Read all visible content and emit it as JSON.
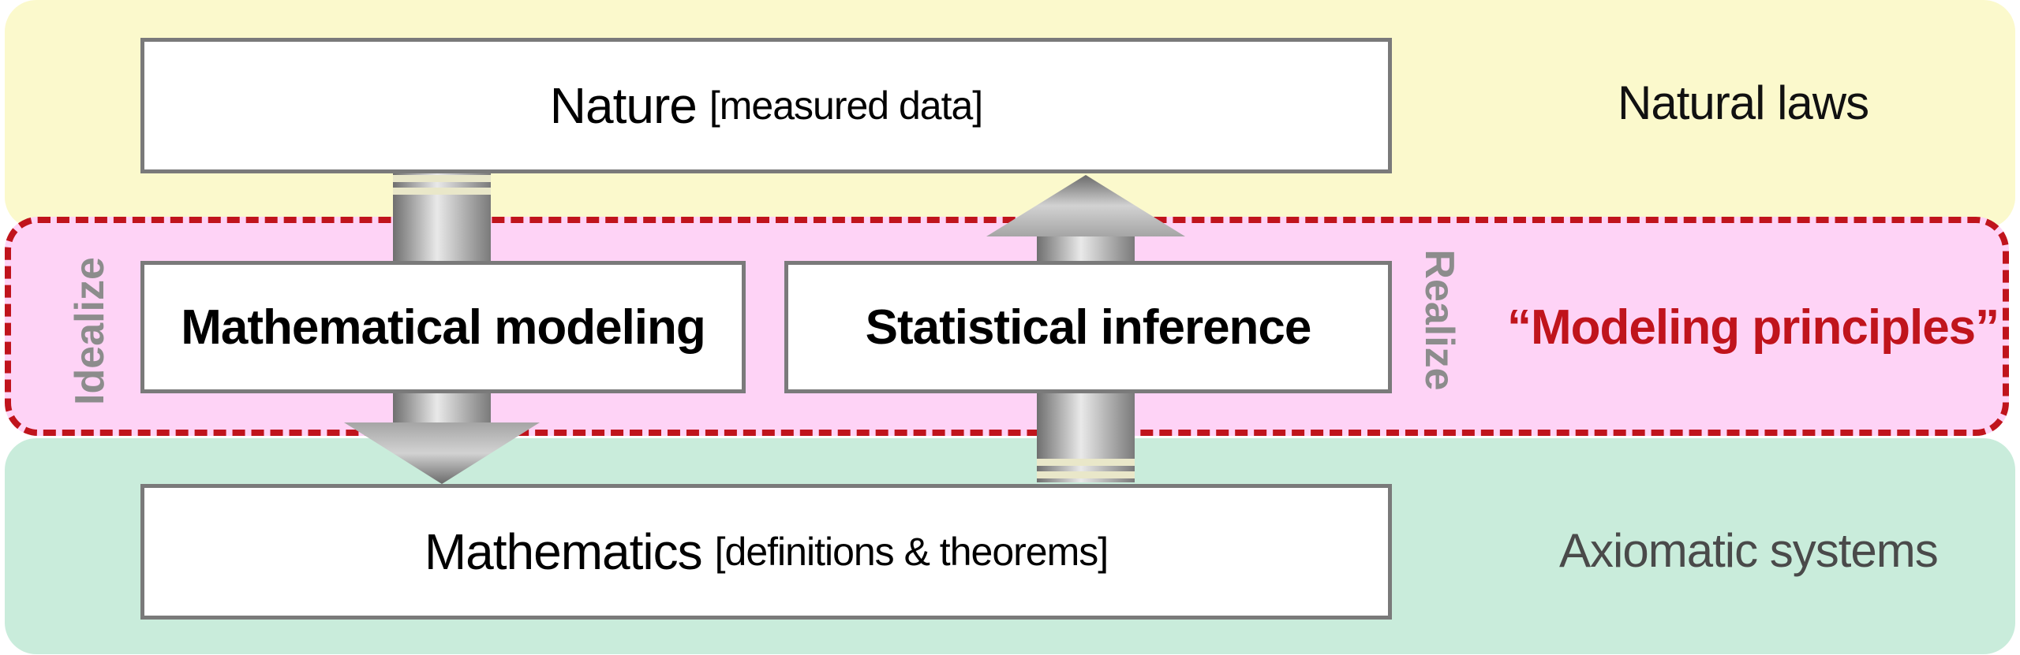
{
  "layers": {
    "top": "Natural laws",
    "middle": "“Modeling principles”",
    "bottom": "Axiomatic systems"
  },
  "boxes": {
    "nature": {
      "main": "Nature",
      "detail": "[measured data]"
    },
    "modeling": "Mathematical modeling",
    "inference": "Statistical inference",
    "mathematics": {
      "main": "Mathematics",
      "detail": "[definitions & theorems]"
    }
  },
  "arrows": {
    "down": "Idealize",
    "up": "Realize"
  },
  "colors": {
    "top_band": "#fbf9cc",
    "middle_band": "#fed3f6",
    "bottom_band": "#c9ecdb",
    "dashed_border": "#c0141c",
    "principles_text": "#c0141c",
    "arrow_gray": "#8c8c8c"
  }
}
